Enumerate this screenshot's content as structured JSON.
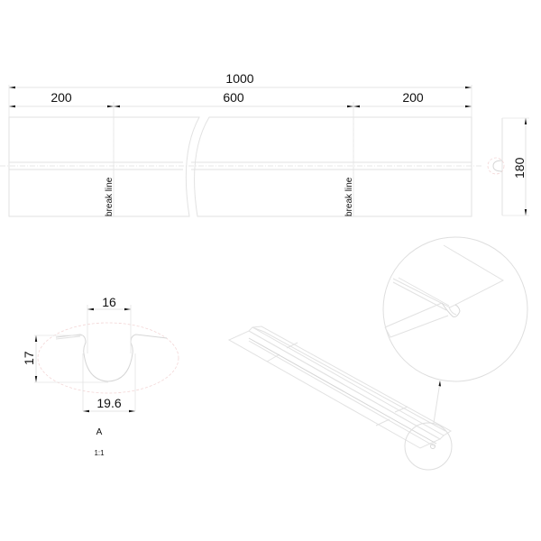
{
  "drawing": {
    "front_view": {
      "overall_length": "1000",
      "segments": [
        "200",
        "600",
        "200"
      ],
      "break_line_label_left": "break line",
      "break_line_label_right": "break line"
    },
    "side_view": {
      "height": "180"
    },
    "section_detail": {
      "top_width": "16",
      "depth": "17",
      "bottom_width": "19.6",
      "view_label": "A",
      "scale": "1:1"
    },
    "isometric_view": {
      "has_detail_callout": true
    }
  },
  "colors": {
    "outline": "#d6d6d6",
    "dimension_text": "#111111",
    "detail_marker": "#f3d6d6",
    "background": "#ffffff"
  }
}
